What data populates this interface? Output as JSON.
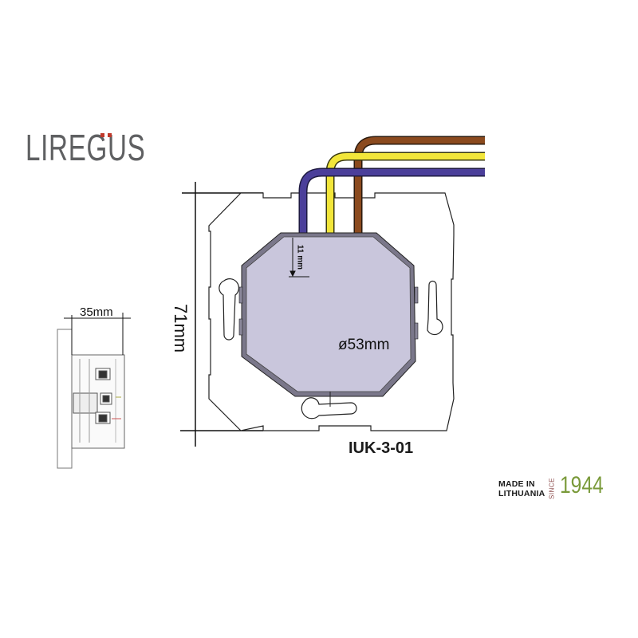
{
  "brand": {
    "logo_text": "LIREGUS",
    "logo_color": "#5f6062",
    "accent_color": "#c0392b"
  },
  "origin_badge": {
    "line1": "MADE IN",
    "line2": "LITHUANIA",
    "since_label": "SINCE",
    "year": "1944",
    "year_color": "#7a9a3a",
    "since_color": "#8b4a4a"
  },
  "drawing": {
    "model": "IUK-3-01",
    "dimensions": {
      "height": "71mm",
      "diameter": "ø53mm",
      "depth": "35mm",
      "wire_offset": "11 mm"
    },
    "wires": [
      {
        "name": "brown",
        "color": "#8b4a1e"
      },
      {
        "name": "yellow",
        "color": "#f2e63a"
      },
      {
        "name": "violet",
        "color": "#4b3f9a"
      }
    ],
    "module_fill": "#c9c6dc",
    "line_color": "#222222"
  }
}
